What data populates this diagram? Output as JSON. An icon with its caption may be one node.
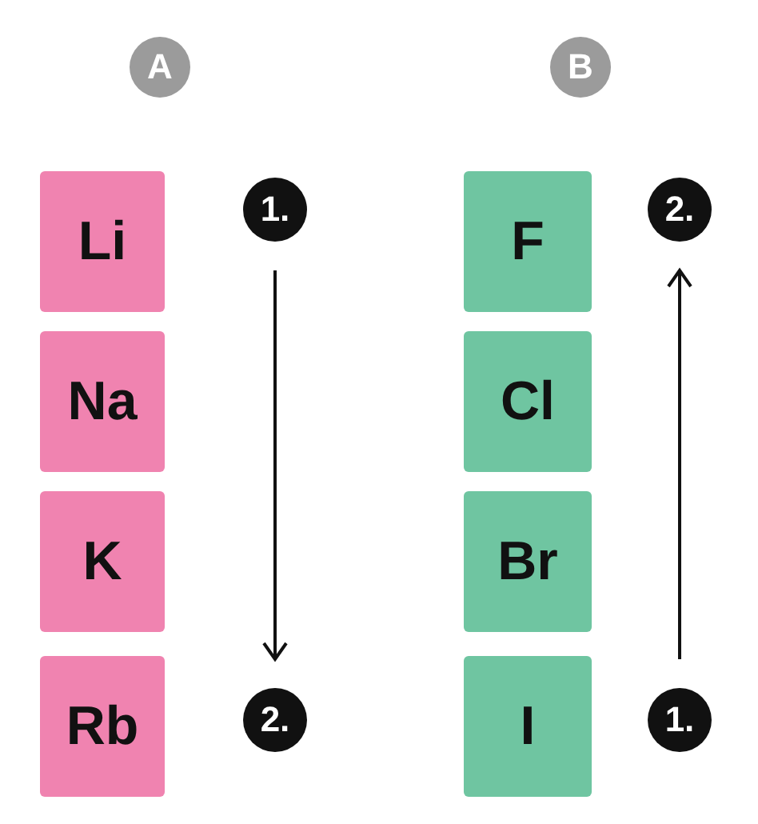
{
  "diagram": {
    "nodes": [
      {
        "text": [
          "A"
        ]
      },
      {
        "text": [
          "Li"
        ]
      },
      {
        "text": [
          "Na"
        ]
      },
      {
        "text": [
          "K"
        ]
      },
      {
        "text": [
          "Rb"
        ]
      },
      {
        "text": [
          "1."
        ]
      },
      {
        "text": [
          "2."
        ]
      },
      {
        "text": [
          "B"
        ]
      },
      {
        "text": [
          "F"
        ]
      },
      {
        "text": [
          "Cl"
        ]
      },
      {
        "text": [
          "Br"
        ]
      },
      {
        "text": [
          "I"
        ]
      },
      {
        "text": [
          "2."
        ]
      },
      {
        "text": [
          "1."
        ]
      }
    ],
    "edges": [
      {
        "from": 5,
        "to": 6,
        "arrow": "to"
      },
      {
        "from": 13,
        "to": 12,
        "arrow": "to"
      }
    ]
  }
}
